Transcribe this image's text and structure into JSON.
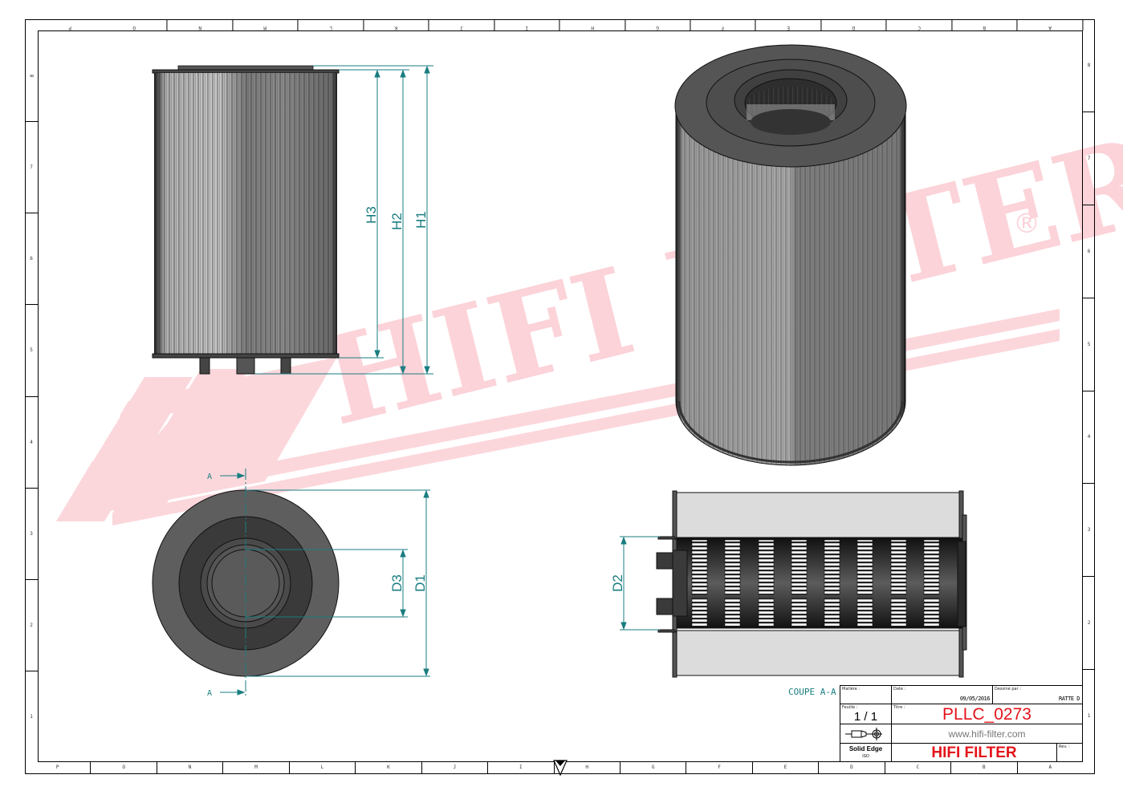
{
  "drawing": {
    "software": "Solid Edge",
    "software_sub": "ISO",
    "watermark": {
      "text": "HIFI FILTER",
      "registered": "®",
      "color": "#f9c9d0"
    },
    "dimension_color": "#1a7d80",
    "title_color": "#e3141b"
  },
  "rulers": {
    "columns_bottom": [
      "P",
      "O",
      "N",
      "M",
      "L",
      "K",
      "J",
      "I",
      "H",
      "G",
      "F",
      "E",
      "D",
      "C",
      "B",
      "A"
    ],
    "columns_top": [
      "P",
      "O",
      "N",
      "M",
      "L",
      "K",
      "J",
      "I",
      "H",
      "G",
      "F",
      "E",
      "D",
      "C",
      "B",
      "A"
    ],
    "rows_right": [
      "8",
      "7",
      "6",
      "5",
      "4",
      "3",
      "2",
      "1"
    ],
    "rows_left": [
      "8",
      "7",
      "6",
      "5",
      "4",
      "3",
      "2",
      "1"
    ]
  },
  "views": {
    "side": {
      "dims": [
        "H3",
        "H2",
        "H1"
      ]
    },
    "top": {
      "dims": [
        "D3",
        "D1"
      ],
      "section_marks": [
        "A",
        "A"
      ]
    },
    "iso": {},
    "section": {
      "dims": [
        "D2"
      ],
      "caption": "COUPE A-A"
    }
  },
  "title_block": {
    "material_label": "Matière :",
    "material_value": "",
    "date_label": "Date :",
    "date_value": "09/05/2016",
    "drawn_by_label": "Dessiné par :",
    "drawn_by_value": "RATTE D",
    "sheet_label": "Feuille :",
    "sheet_value": "1 / 1",
    "title_label": "Titre :",
    "title_value": "PLLC_0273",
    "website": "www.hifi-filter.com",
    "software": "Solid Edge",
    "software_sub": "ISO",
    "company": "HIFI FILTER",
    "rev_label": "Rév. :",
    "rev_value": ""
  }
}
